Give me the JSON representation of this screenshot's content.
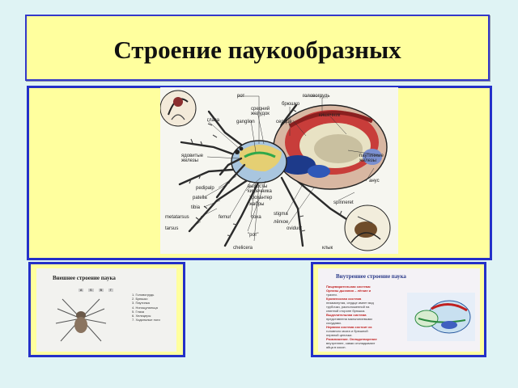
{
  "title": "Строение паукообразных",
  "diagram": {
    "labels": {
      "rot": "рот",
      "glaza": "глаза",
      "golovogrud": "головогрудь",
      "bryushko": "брюшко",
      "sredniy_zheludok": "средний желудок",
      "ganglion": "ganglion",
      "serdtse": "сердце",
      "kishechnik": "кишечник",
      "yadovitye_zhelezy": "ядовитые железы",
      "pautinnye_zhelezy": "паутинные железы",
      "anus": "анус",
      "pedipalpy": "pedipalp",
      "patella": "patella",
      "tibia": "tibia",
      "metatarsus": "metatarsus",
      "tarsus": "tarsus",
      "femur": "femur",
      "coxa": "coxa",
      "vyrosty": "выросты кишечника",
      "trochanter": "трохантер",
      "zhabry": "жабры",
      "stigma": "stigma",
      "spinnerets": "spinneret",
      "lyogkoe": "лёгкое",
      "oviduct": "oviduct",
      "chelicerae": "chelicera",
      "rot2": "\"рот\"",
      "klyk": "клык"
    }
  },
  "thumb_left": {
    "title": "Внешнее строение паука",
    "letters": [
      "А",
      "Б",
      "В",
      "Г"
    ],
    "items": [
      "1. Головогрудь",
      "2. Брюшко",
      "3. Паутинка",
      "4. Ногощупальца",
      "5. Глаза",
      "6. Хелицеры",
      "7. Ходильные ноги"
    ]
  },
  "thumb_right": {
    "title": "Внутреннее строение паука",
    "lines": [
      {
        "text": "Пищеварительная система:",
        "hl": true
      },
      {
        "text": "Органы дыхания – лёгкие и",
        "hl": true
      },
      {
        "text": "трахеи.",
        "hl": false
      },
      {
        "text": "Кровеносная система",
        "hl": true
      },
      {
        "text": "незамкнутая, сердце имеет вид",
        "hl": false
      },
      {
        "text": "трубочки, расположенной на",
        "hl": false
      },
      {
        "text": "спинной стороне брюшка.",
        "hl": false
      },
      {
        "text": "Выделительная система",
        "hl": true
      },
      {
        "text": "представлена мальпигиевыми",
        "hl": false
      },
      {
        "text": "сосудами.",
        "hl": false
      },
      {
        "text": "Нервная система состоит из",
        "hl": true
      },
      {
        "text": "головного мозга и брюшной",
        "hl": false
      },
      {
        "text": "нервной цепочки.",
        "hl": false
      },
      {
        "text": "Размножение. Оплодотворение",
        "hl": true
      },
      {
        "text": "внутреннее, самки откладывают",
        "hl": false
      },
      {
        "text": "яйца в кокон.",
        "hl": false
      }
    ]
  },
  "colors": {
    "panel_fill": "#ffff9e",
    "panel_border": "#2430c8",
    "page_background": "#dff3f4"
  }
}
